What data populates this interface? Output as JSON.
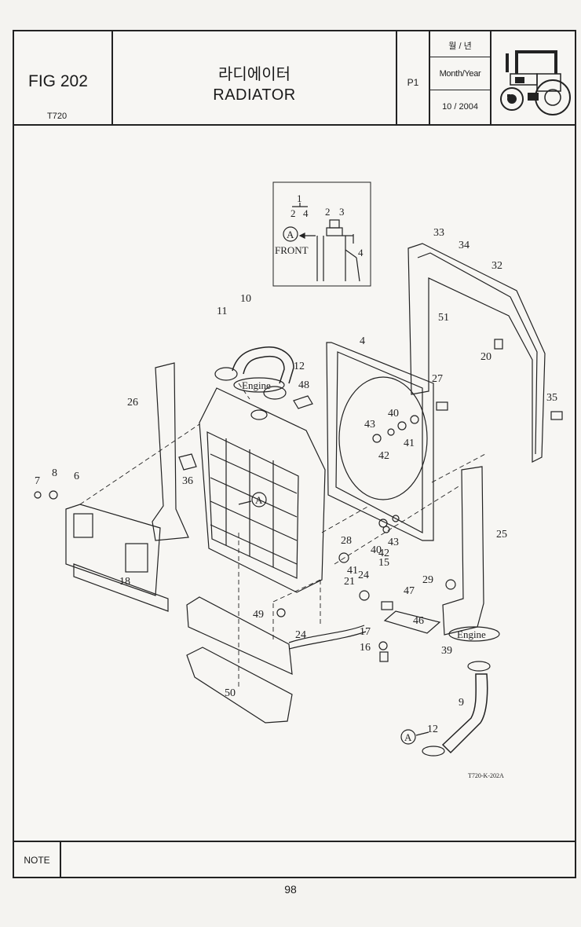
{
  "header": {
    "figure": "FIG 202",
    "model": "T720",
    "title_ko": "라디에이터",
    "title_en": "RADIATOR",
    "page_code": "P1",
    "date_label_ko": "월 / 년",
    "date_label_en": "Month/Year",
    "date_value": "10 / 2004"
  },
  "diagram": {
    "inset_labels": [
      "1",
      "2",
      "4",
      "2",
      "3",
      "4"
    ],
    "inset_front": "FRONT",
    "callout_a": "A",
    "engine_label": "Engine",
    "ref_code": "T720-K-202A",
    "parts": [
      "1",
      "2",
      "3",
      "4",
      "6",
      "7",
      "8",
      "9",
      "10",
      "11",
      "12",
      "15",
      "16",
      "17",
      "18",
      "20",
      "21",
      "24",
      "25",
      "26",
      "27",
      "28",
      "29",
      "32",
      "33",
      "34",
      "35",
      "36",
      "39",
      "40",
      "41",
      "42",
      "43",
      "46",
      "47",
      "48",
      "49",
      "50",
      "51"
    ]
  },
  "footer": {
    "note_label": "NOTE",
    "note_text": "",
    "page_number": "98"
  }
}
